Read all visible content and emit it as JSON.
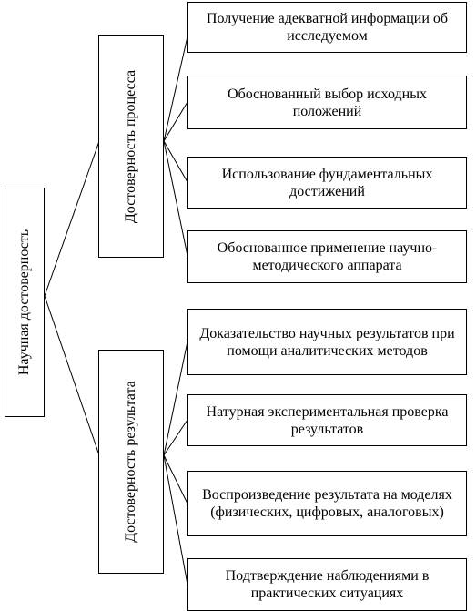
{
  "root": {
    "label": "Научная достоверность"
  },
  "groups": [
    {
      "label": "Достоверность процесса",
      "items": [
        "Получение адекватной информации об исследуемом",
        "Обоснованный выбор исходных положений",
        "Использование фундаментальных достижений",
        "Обоснованное применение научно-методического аппарата"
      ]
    },
    {
      "label": "Достоверность результата",
      "items": [
        "Доказательство научных результатов при помощи аналитических методов",
        "Натурная экспериментальная проверка результатов",
        "Воспроизведение результата на моделях (физических, цифровых, аналоговых)",
        "Подтверждение наблюдениями в практических ситуациях"
      ]
    }
  ]
}
